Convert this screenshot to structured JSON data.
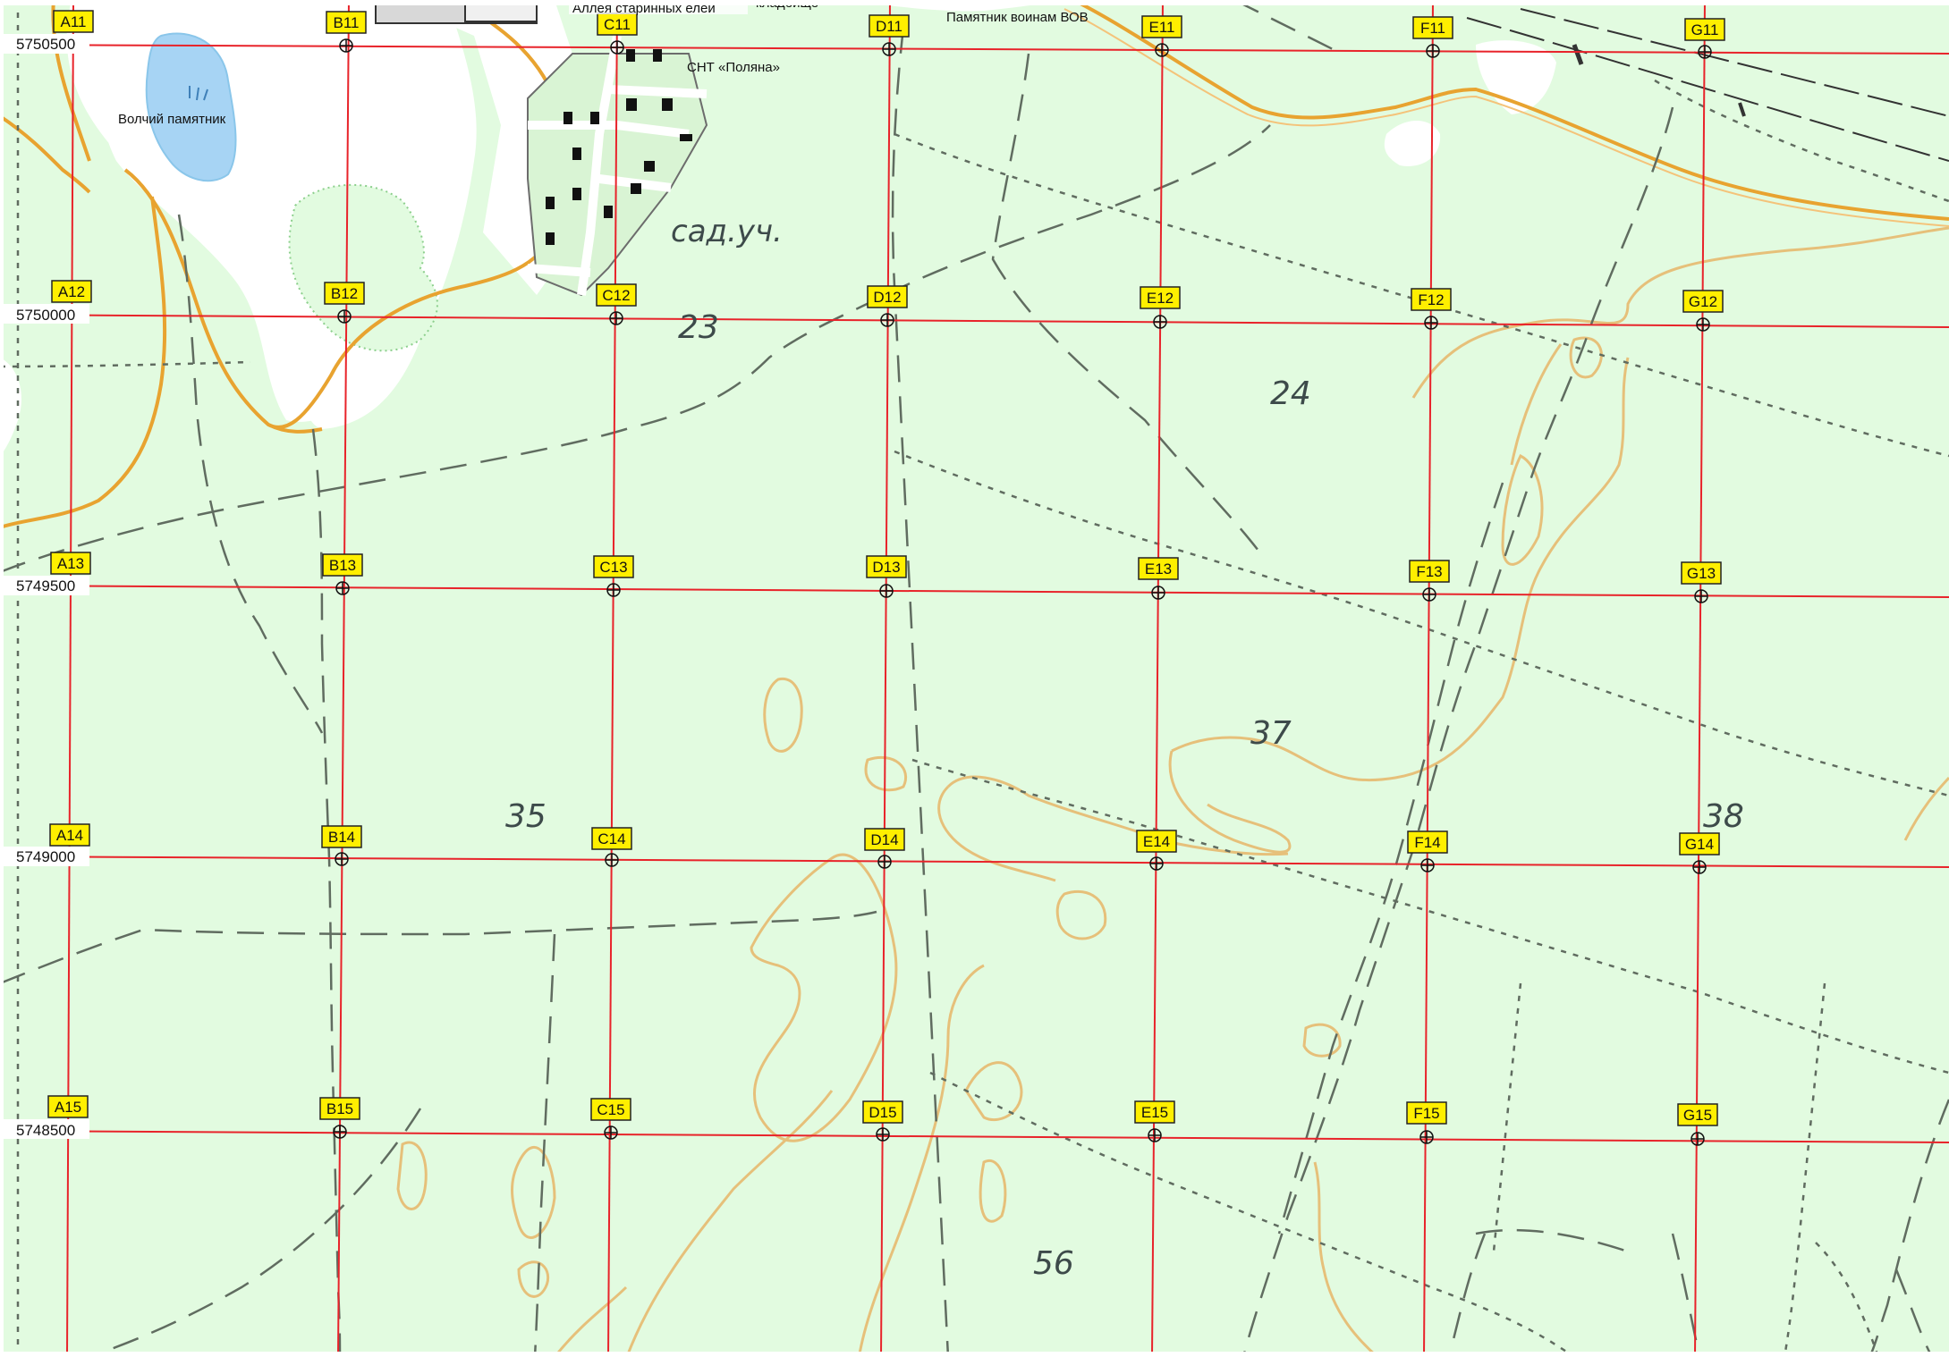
{
  "map": {
    "colors": {
      "land": "#e2fbe0",
      "open_area": "#ffffff",
      "water": "#a7d4f4",
      "water_edge": "#8ac6ea",
      "grid_line": "#e8232a",
      "label_fill": "#ffef00",
      "label_stroke": "#222222",
      "road": "#e8a330",
      "contour": "#e6c07a",
      "trail": "#606c60",
      "building": "#111111",
      "street": "#ffffff",
      "area_number": "#3d4a4a"
    },
    "coordinates": {
      "row11": "5750500",
      "row12": "5750000",
      "row13": "5749500",
      "row14": "5749000",
      "row15": "5748500"
    },
    "places": {
      "wolf_monument": "Волчий памятник",
      "alley": "Аллея старинных елей",
      "cemetery": "кладбище",
      "war_memorial": "Памятник воинам ВОВ",
      "snt": "СНТ «Поляна»",
      "garden": "сад.уч."
    },
    "areas": {
      "a23": "23",
      "a24": "24",
      "a35": "35",
      "a37": "37",
      "a38": "38",
      "a56": "56"
    },
    "cells": {
      "A11": "A11",
      "B11": "B11",
      "C11": "C11",
      "D11": "D11",
      "E11": "E11",
      "F11": "F11",
      "G11": "G11",
      "A12": "A12",
      "B12": "B12",
      "C12": "C12",
      "D12": "D12",
      "E12": "E12",
      "F12": "F12",
      "G12": "G12",
      "A13": "A13",
      "B13": "B13",
      "C13": "C13",
      "D13": "D13",
      "E13": "E13",
      "F13": "F13",
      "G13": "G13",
      "A14": "A14",
      "B14": "B14",
      "C14": "C14",
      "D14": "D14",
      "E14": "E14",
      "F14": "F14",
      "G14": "G14",
      "A15": "A15",
      "B15": "B15",
      "C15": "C15",
      "D15": "D15",
      "E15": "E15",
      "F15": "F15",
      "G15": "G15"
    }
  }
}
